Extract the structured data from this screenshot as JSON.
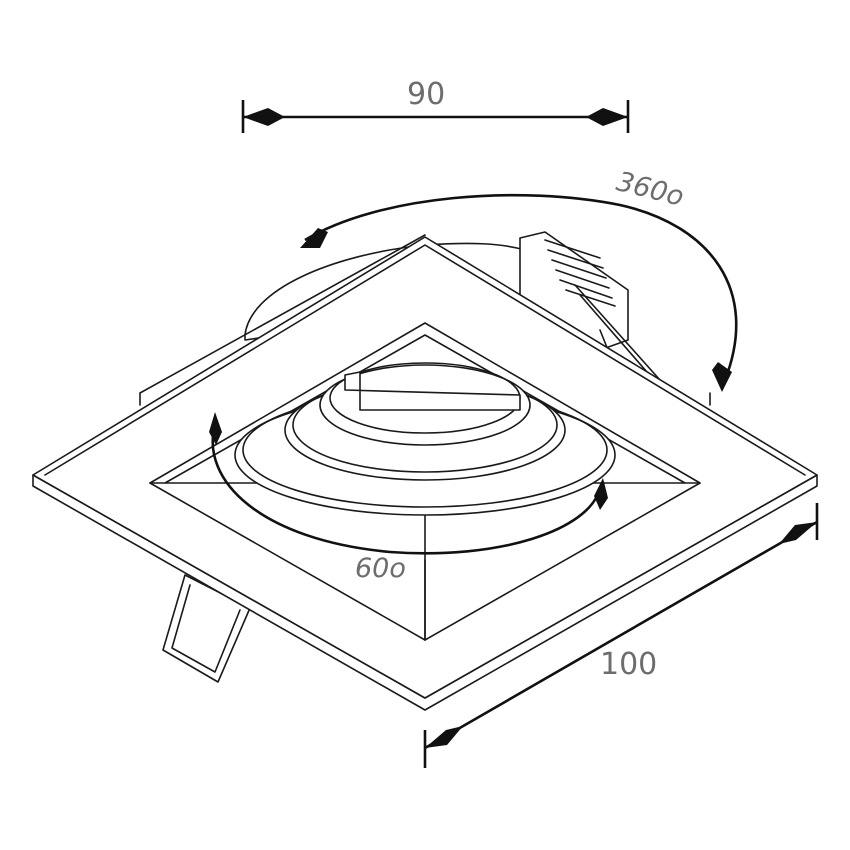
{
  "dimensions": {
    "width_label": "90",
    "length_label": "100",
    "rotation_label": "360o",
    "tilt_label": "60o"
  },
  "colors": {
    "line": "#1a1a1a",
    "label": "#6d6d6d"
  }
}
